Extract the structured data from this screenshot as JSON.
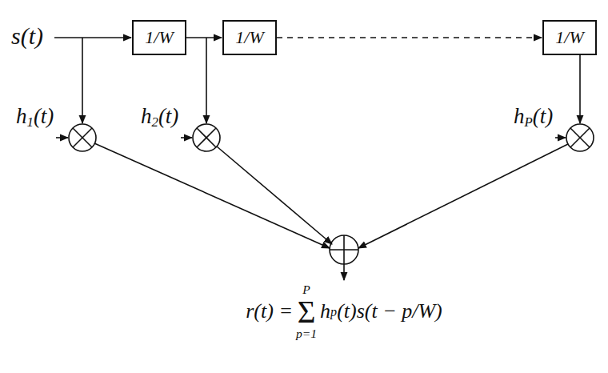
{
  "diagram": {
    "nodes": [
      {
        "text": [
          "1/W"
        ]
      },
      {
        "text": [
          "1/W"
        ]
      },
      {
        "text": [
          "1/W"
        ]
      }
    ],
    "edges": [
      {
        "from": 0,
        "to": 1,
        "arrow": "to"
      },
      {
        "from": 1,
        "to": 2,
        "arrow": "to"
      }
    ],
    "labels": [
      "s(t)",
      "h",
      "1",
      "(t)",
      "h",
      "2",
      "(t)",
      "h",
      "P",
      "(t)",
      "r(t) =",
      "P",
      "Σ",
      "p=1",
      "h",
      "p",
      "(t)s(t − p/W)"
    ]
  }
}
